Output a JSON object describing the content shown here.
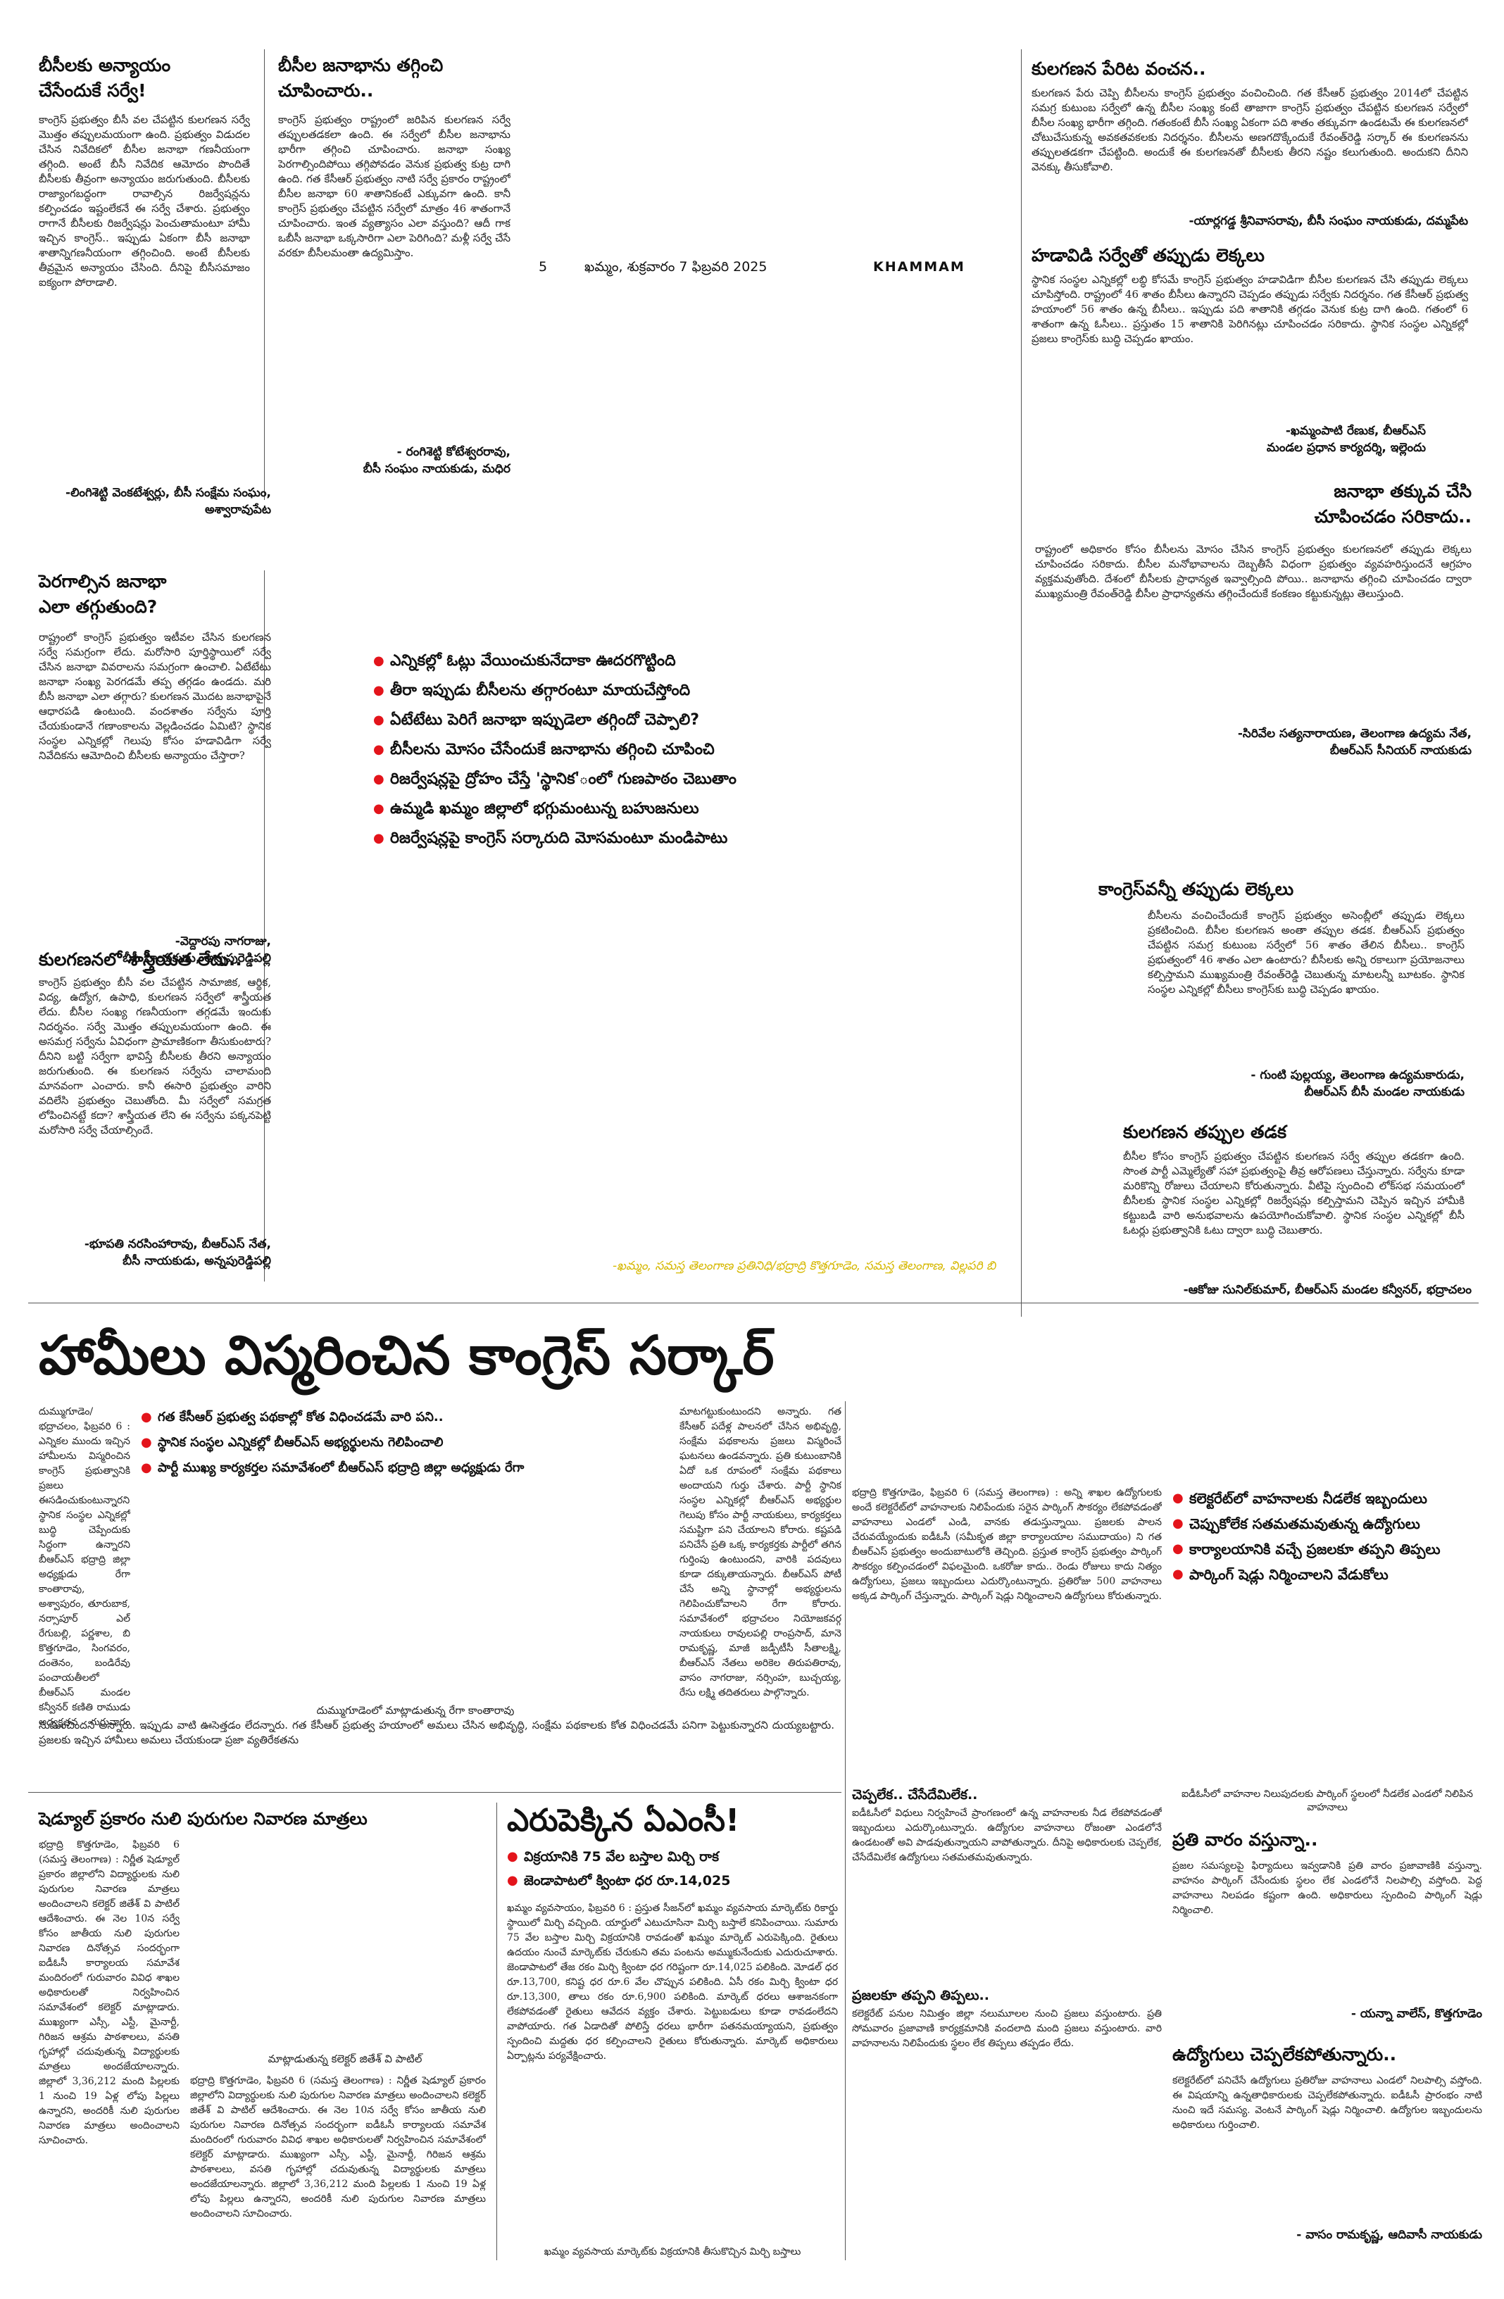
{
  "masthead": {
    "page_number": "5",
    "dateline": "ఖమ్మం, శుక్రవారం 7 ఫిబ్రవరి 2025",
    "edition": "KHAMMAM"
  },
  "headlines": {
    "a1_l1": "బీసీలకు అన్యాయం",
    "a1_l2": "చేసేందుకే సర్వే!",
    "a2_l1": "బీసీల జనాభాను తగ్గించి",
    "a2_l2": "చూపించారు..",
    "a3": "కులగణన పేరిట వంచన..",
    "a4": "హడావిడి సర్వేతో తప్పుడు లెక్కలు",
    "a5_l1": "జనాభా తక్కువ చేసి",
    "a5_l2": "చూపించడం సరికాదు..",
    "a6_l1": "పెరగాల్సిన జనాభా",
    "a6_l2": "ఎలా తగ్గుతుంది?",
    "a7": "కులగణనలో శాస్త్రీయత లేదు..",
    "a8": "కాంగ్రెస్‌వన్నీ తప్పుడు లెక్కలు",
    "a9": "కులగణన తప్పుల తడక",
    "main": "హామీలు విస్మరించిన కాంగ్రెస్‌ సర్కార్‌",
    "sch": "షెడ్యూల్‌ ప్రకారం నులి పురుగుల నివారణ మాత్రలు",
    "amc": "ఎరుపెక్కిన ఏఎంసీ!",
    "park": "ప్రతి వారం వస్తున్నా..",
    "staff": "ఉద్యోగులు చెప్పలేకపోతున్నారు..",
    "sub1": "చెప్పలేక.. చేసేదేమిలేక..",
    "sub2": "ప్రజలకూ తప్పని తిప్పలు.."
  },
  "top_bullets": [
    "ఎన్నికల్లో ఓట్లు వేయించుకునేదాకా ఊదరగొట్టింది",
    "తీరా ఇప్పుడు బీసీలను తగ్గారంటూ మాయచేస్తోంది",
    "ఏటేటేటు పెరిగే జనాభా ఇప్పుడెలా తగ్గిందో చెప్పాలి?",
    "బీసీలను మోసం చేసేందుకే జనాభాను తగ్గించి చూపించి",
    "రిజర్వేషన్లపై ద్రోహం చేస్తే 'స్థానిక'ంలో గుణపాఠం చెబుతాం",
    "ఉమ్మడి ఖమ్మం జిల్లాలో భగ్గుమంటున్న బహుజనులు",
    "రిజర్వేషన్లపై కాంగ్రెస్‌ సర్కారుది మోసమంటూ మండిపాటు"
  ],
  "main_bullets": [
    "గత కేసీఆర్‌ ప్రభుత్వ పథకాల్లో కోత విధించడమే వారి పని..",
    "స్థానిక సంస్థల ఎన్నికల్లో బీఆర్‌ఎస్‌ అభ్యర్థులను గెలిపించాలి",
    "పార్టీ ముఖ్య కార్యకర్తల సమావేశంలో బీఆర్‌ఎస్‌ భద్రాద్రి జిల్లా అధ్యక్షుడు రేగా"
  ],
  "right_bullets": [
    "కలెక్టరేట్‌లో వాహనాలకు నీడలేక ఇబ్బందులు",
    "చెప్పుకోలేక సతమతమవుతున్న ఉద్యోగులు",
    "కార్యాలయానికి వచ్చే ప్రజలకూ తప్పని తిప్పలు",
    "పార్కింగ్‌ షెడ్లు నిర్మించాలని వేడుకోలు"
  ],
  "amc_bullets": [
    "విక్రయానికి 75 వేల బస్తాల మిర్చి రాక",
    "జెండాపాటలో క్వింటా ధర రూ.14,025"
  ],
  "bylines": {
    "top_credit": "-ఖమ్మం, సమస్త తెలంగాణ ప్రతినిధి/భద్రాద్రి కొత్తగూడెం, సమస్త తెలంగాణ, విల్లపరి బి",
    "a1": "-లింగిశెట్టి వెంకటేశ్వర్లు, బీసీ సంక్షేమ సంఘం, అశ్వారావుపేట",
    "a2_1": "- రంగిశెట్టి కోటేశ్వరరావు,",
    "a2_2": "బీసీ సంఘం నాయకుడు, మధిర",
    "a3": "-యార్లగడ్డ శ్రీనివాసరావు, బీసీ సంఘం నాయకుడు, దమ్మపేట",
    "a4_1": "-ఖమ్మంపాటి రేణుక, బీఆర్‌ఎస్‌",
    "a4_2": "మండల ప్రధాన కార్యదర్శి, ఇల్లెందు",
    "a5_1": "-సిరివేల సత్యనారాయణ, తెలంగాణ ఉద్యమ నేత,",
    "a5_2": "బీఆర్‌ఎస్‌ సీనియర్‌ నాయకుడు",
    "a6_1": "-వెద్దారపు నాగరాజు,",
    "a6_2": "బీసీ నాయకుడు, అన్నపురెడ్డిపల్లి",
    "a7_1": "-భూపతి నరసింహారావు, బీఆర్‌ఎస్‌ నేత,",
    "a7_2": "బీసీ నాయకుడు, అన్నపురెడ్డిపల్లి",
    "a8_1": "- గుంటి పుల్లయ్య, తెలంగాణ ఉద్యమకారుడు,",
    "a8_2": "బీఆర్‌ఎస్‌ బీసీ మండల నాయకుడు",
    "a9": "-ఆకోజు సునిల్‌కుమార్‌, బీఆర్‌ఎస్‌ మండల కన్వీనర్‌, భద్రాచలం",
    "park": "- యన్నా వాలేస్‌, కొత్తగూడెం",
    "staff": "- వాసం రామకృష్ణ, ఆదివాసీ నాయకుడు"
  },
  "captions": {
    "rega": "దుమ్ముగూడెంలో మాట్లాడుతున్న రేగా కాంతారావు",
    "collector": "మాట్లాడుతున్న కలెక్టర్‌ జితేశ్‌ వి పాటిల్‌",
    "market": "ఖమ్మం వ్యవసాయ మార్కెట్‌కు విక్రయానికి తీసుకొచ్చిన మిర్చి బస్తాలు",
    "parking": "ఐడీఓసీలో వాహనాల నిలుపుదలకు పార్కింగ్‌ స్థలంలో నీడలేక ఎండలో నిలిపిన వాహనాలు"
  },
  "bodies": {
    "a1": "కాంగ్రెస్‌ ప్రభుత్వం బీసీ వల చేపట్టిన కులగణన సర్వే మొత్తం తప్పులమయంగా ఉంది. ప్రభుత్వం విడుదల చేసిన నివేదికలో బీసీల జనాభా గణనీయంగా తగ్గింది. అంటే బీసీ నివేదిక ఆమోదం పొందితే బీసీలకు తీవ్రంగా అన్యాయం జరుగుతుంది. బీసీలకు రాజ్యాంగబద్ధంగా రావాల్సిన రిజర్వేషన్లను కల్పించడం ఇష్టంలేకనే ఈ సర్వే చేశారు. ప్రభుత్వం రాగానే బీసీలకు రిజర్వేషన్లు పెంచుతామంటూ హామీ ఇచ్చిన కాంగ్రెస్‌.. ఇప్పుడు ఏకంగా బీసీ జనాభా శాతాన్నిగణనీయంగా తగ్గించింది. అంటే బీసీలకు తీవ్రమైన అన్యాయం చేసింది. దీనిపై బీసీసమాజం ఐక్యంగా పోరాడాలి.",
    "a2": "కాంగ్రెస్‌ ప్రభుత్వం రాష్ట్రంలో జరిపిన కులగణన సర్వే తప్పులతడకలా ఉంది. ఈ సర్వేలో బీసీల జనాభాను భారీగా తగ్గించి చూపించారు. జనాభా సంఖ్య పెరగాల్సిందిపోయి తగ్గిపోవడం వెనుక ప్రభుత్వ కుట్ర దాగి ఉంది. గత కేసీఆర్‌ ప్రభుత్వం నాటి సర్వే ప్రకారం రాష్ట్రంలో బీసీల జనాభా 60 శాతానికంటే ఎక్కువగా ఉంది. కానీ కాంగ్రెస్‌ ప్రభుత్వం చేపట్టిన సర్వేలో మాత్రం 46 శాతంగానే చూపించారు. ఇంత వ్యత్యాసం ఎలా వస్తుంది? ఆదీ గాక ఒబీసీ జనాభా ఒక్కసారిగా ఎలా పెరిగింది? మళ్లీ సర్వే చేసే వరకూ బీసీలమంతా ఉద్యమిస్తాం.",
    "a3": "కులగణన పేరు చెప్పి బీసీలను కాంగ్రెస్‌ ప్రభుత్వం వంచించింది. గత కేసీఆర్‌ ప్రభుత్వం 2014లో చేపట్టిన సమగ్ర కుటుంబ సర్వేలో ఉన్న బీసీల సంఖ్య కంటే తాజాగా కాంగ్రెస్‌ ప్రభుత్వం చేపట్టిన కులగణన సర్వేలో బీసీల సంఖ్య భారీగా తగ్గింది. గతంకంటే బీసీ సంఖ్య ఏకంగా పది శాతం తక్కువగా ఉండటమే ఈ కులగణనలో చోటుచేసుకున్న అవకతవకలకు నిదర్శనం. బీసీలను అణగదొక్కేందుకే రేవంత్‌రెడ్డి సర్కార్‌ ఈ కులగణనను తప్పులతడకగా చేపట్టింది. అందుకే ఈ కులగణనతో బీసీలకు తీరని నష్టం కలుగుతుంది. అందుకని దీనిని వెనక్కు తీసుకోవాలి.",
    "a4": "స్థానిక సంస్థల ఎన్నికల్లో లబ్ధి కోసమే కాంగ్రెస్‌ ప్రభుత్వం హడావిడిగా బీసీల కులగణన చేసి తప్పుడు లెక్కలు చూపిస్తోంది. రాష్ట్రంలో 46 శాతం బీసీలు ఉన్నారని చెప్పడం తప్పుడు సర్వేకు నిదర్శనం. గత కేసీఆర్‌ ప్రభుత్వ హయాంలో 56 శాతం ఉన్న బీసీలు.. ఇప్పుడు పది శాతానికి తగ్గడం వెనుక కుట్ర దాగి ఉంది. గతంలో 6 శాతంగా ఉన్న ఓసీలు.. ప్రస్తుతం 15 శాతానికి పెరిగినట్లు చూపించడం సరికాదు. స్థానిక సంస్థల ఎన్నికల్లో ప్రజలు కాంగ్రెస్‌కు బుద్ధి చెప్పడం ఖాయం.",
    "a5": "రాష్ట్రంలో అధికారం కోసం బీసీలను మోసం చేసిన కాంగ్రెస్‌ ప్రభుత్వం కులగణనలో తప్పుడు లెక్కలు చూపించడం సరికాదు. బీసీల మనోభావాలను దెబ్బతీసే విధంగా ప్రభుత్వం వ్యవహరిస్తుందనే ఆగ్రహం వ్యక్తమవుతోంది. దేశంలో బీసీలకు ప్రాధాన్యత ఇవ్వాల్సింది పోయి.. జనాభాను తగ్గించి చూపించడం ద్వారా ముఖ్యమంత్రి రేవంత్‌రెడ్డి బీసీల ప్రాధాన్యతను తగ్గించేందుకే కంకణం కట్టుకున్నట్లు తెలుస్తుంది.",
    "a6": "రాష్ట్రంలో కాంగ్రెస్‌ ప్రభుత్వం ఇటీవల చేసిన కులగణన సర్వే సమగ్రంగా లేదు. మరోసారి పూర్తిస్థాయిలో సర్వే చేసిన జనాభా వివరాలను సమగ్రంగా ఉంచాలి. ఏటేటేటు జనాభా సంఖ్య పెరగడమే తప్ప తగ్గడం ఉండదు. మరి బీసీ జనాభా ఎలా తగ్గారు? కులగణన మొదట జనాభాపైనే ఆధారపడి ఉంటుంది. వందశాతం సర్వేను పూర్తి చేయకుండానే గణాంకాలను వెల్లడించడం ఏమిటి? స్థానిక సంస్థల ఎన్నికల్లో గెలుపు కోసం హడావిడిగా సర్వే నివేదికను ఆమోదించి బీసీలకు అన్యాయం చేస్తారా?",
    "a7": "కాంగ్రెస్‌ ప్రభుత్వం బీసీ వల చేపట్టిన సామాజిక, ఆర్థిక, విద్య, ఉద్యోగ, ఉపాధి, కులగణన సర్వేలో శాస్త్రీయత లేదు. బీసీల సంఖ్య గణనీయంగా తగ్గడమే ఇందుకు నిదర్శనం. సర్వే మొత్తం తప్పులమయంగా ఉంది. ఈ అసమగ్ర సర్వేను ఏవిధంగా ప్రామాణికంగా తీసుకుంటారు? దీనిని బట్టి సర్వేగా భావిస్తే బీసీలకు తీరని అన్యాయం జరుగుతుంది. ఈ కులగణన సర్వేను చాలామంది మానవంగా ఎంచారు. కానీ ఈసారి ప్రభుత్వం వారిని వదిలేసి ప్రభుత్వం చెబుతోంది. మీ సర్వేలో సమగ్రత లోపించినట్టే కదా? శాస్త్రీయత లేని ఈ సర్వేను పక్కనపెట్టి మరోసారి సర్వే చేయాల్సిందే.",
    "a8": "బీసీలను వంచించేందుకే కాంగ్రెస్‌ ప్రభుత్వం అసెంబ్లీలో తప్పుడు లెక్కలు ప్రకటించింది. బీసీల కులగణన అంతా తప్పుల తడక. బీఆర్‌ఎస్‌ ప్రభుత్వం చేపట్టిన సమగ్ర కుటుంబ సర్వేలో 56 శాతం తేలిన బీసీలు.. కాంగ్రెస్‌ ప్రభుత్వంలో 46 శాతం ఎలా ఉంటారు? బీసీలకు అన్ని రకాలుగా ప్రయోజనాలు కల్పిస్తామని ముఖ్యమంత్రి రేవంత్‌రెడ్డి చెబుతున్న మాటలన్నీ బూటకం. స్థానిక సంస్థల ఎన్నికల్లో బీసీలు కాంగ్రెస్‌కు బుద్ధి చెప్పడం ఖాయం.",
    "a9": "బీసీల కోసం కాంగ్రెస్‌ ప్రభుత్వం చేపట్టిన కులగణన సర్వే తప్పుల తడకగా ఉంది. సొంత పార్టీ ఎమ్మెల్యేతో సహా ప్రభుత్వంపై తీవ్ర ఆరోపణలు చేస్తున్నారు. సర్వేను కూడా మరికొన్ని రోజులు చేయాలని కోరుతున్నారు. వీటిపై స్పందించి లోక్‌సభ సమయంలో బీసీలకు స్థానిక సంస్థల ఎన్నికల్లో రిజర్వేషన్లు కల్పిస్తామని చెప్పిన ఇచ్చిన హామీకి కట్టుబడి వారి అనుభవాలను ఉపయోగించుకోవాలి. స్థానిక సంస్థల ఎన్నికల్లో బీసీ ఓటర్లు ప్రభుత్వానికి ఓటు ద్వారా బుద్ధి చెబుతారు.",
    "main_c1": "దుమ్ముగూడెం/భద్రాచలం, ఫిబ్రవరి 6 : ఎన్నికల ముందు ఇచ్చిన హామీలను విస్మరించిన కాంగ్రెస్‌ ప్రభుత్వానికి ప్రజలు ఈసడించుకుంటున్నారని, స్థానిక సంస్థల ఎన్నికల్లో బుద్ధి చెప్పేందుకు సిద్ధంగా ఉన్నారని బీఆర్‌ఎస్‌ భద్రాద్రి జిల్లా అధ్యక్షుడు రేగా కాంతారావు, అశ్వాపురం, తూరుబాక, నర్సాపూర్‌ ఎల్‌ రేగుబల్లి, పర్ణశాల, బి కొత్తగూడెం, సింగవరం, దంతెనం, బండిరేవు పంచాయతీలలో బీఆర్‌ఎస్‌ మండల కన్వీనర్‌ కణితి రాముడు అధ్యక్షతన గురువారం జరిగిన పార్టీ ముఖ్య కార్యకర్తల సమావేశంలో రేగా మాట్లాడారు. అధికారాన్ని చేజిక్కించుకునేందుకు అలవికాని హామీలు",
    "main_c2": "మాటగట్టుకుంటుందని అన్నారు. గత కేసీఆర్‌ పదేళ్ల పాలనలో చేసిన అభివృద్ధి, సంక్షేమ పథకాలను ప్రజలు విస్మరించే ఘటనలు ఉండవన్నారు. ప్రతి కుటుంబానికి ఏదో ఒక రూపంలో సంక్షేమ పథకాలు అందాయని గుర్తు చేశారు. పార్టీ స్థానిక సంస్థల ఎన్నికల్లో బీఆర్‌ఎస్‌ అభ్యర్థుల గెలుపు కోసం పార్టీ నాయకులు, కార్యకర్తలు సమష్టిగా పని చేయాలని కోరారు. కష్టపడి పనిచేసే ప్రతి ఒక్క కార్యకర్తకు పార్టీలో తగిన గుర్తింపు ఉంటుందని, వారికి పదవులు కూడా దక్కుతాయన్నారు. బీఆర్‌ఎస్‌ పోటీ చేసే అన్ని స్థానాల్లో అభ్యర్థులను గెలిపించుకోవాలని రేగా కోరారు. సమావేశంలో భద్రాచలం నియోజకవర్గ నాయకులు రావులపల్లి రాంప్రసాద్‌, మానె రామకృష్ణ, మాజీ జడ్పీటీసీ సీతాలక్ష్మి, బీఆర్‌ఎస్‌ నేతలు అరికెల తిరుపతిరావు, వాసం నాగరాజు, నర్సింహ, బుచ్చయ్య, రేసు లక్ష్మి తదితరులు పాల్గొన్నారు.",
    "main_c3": "సుమించిందని అన్నారు. ఇప్పుడు వాటి ఊసెత్తడం లేదన్నారు. గత కేసీఆర్‌ ప్రభుత్వ హయాంలో అమలు చేసిన అభివృద్ధి, సంక్షేమ పథకాలకు కోత విధించడమే పనిగా పెట్టుకున్నారని దుయ్యబట్టారు. ప్రజలకు ఇచ్చిన హామీలు అమలు చేయకుండా ప్రజా వ్యతిరేకతను",
    "sch": "భద్రాద్రి కొత్తగూడెం, ఫిబ్రవరి 6 (సమస్త తెలంగాణ) : నిర్ణీత షెడ్యూల్‌ ప్రకారం జిల్లాలోని విద్యార్థులకు నులి పురుగుల నివారణ మాత్రలు అందించాలని కలెక్టర్‌ జితేశ్‌ వి పాటిల్‌ ఆదేశించారు. ఈ నెల 10న సర్వే కోసం జాతీయ నులి పురుగుల నివారణ దినోత్సవ సందర్భంగా ఐడీఓసీ కార్యాలయ సమావేశ మందిరంలో గురువారం వివిధ శాఖల అధికారులతో నిర్వహించిన సమావేశంలో కలెక్టర్‌ మాట్లాడారు. ముఖ్యంగా ఎస్సీ, ఎస్టీ, మైనార్టీ, గిరిజన ఆశ్రమ పాఠశాలలు, వసతి గృహాల్లో చదువుతున్న విద్యార్థులకు మాత్రలు అందజేయాలన్నారు. జిల్లాలో 3,36,212 మంది పిల్లలకు 1 నుంచి 19 ఏళ్ల లోపు పిల్లలు ఉన్నారని, అందరికీ నులి పురుగుల నివారణ మాత్రలు అందించాలని సూచించారు.",
    "amc": "ఖమ్మం వ్యవసాయం, ఫిబ్రవరి 6 : ప్రస్తుత సీజన్‌లో ఖమ్మం వ్యవసాయ మార్కెట్‌కు రికార్డు స్థాయిలో మిర్చి వచ్చింది. యార్డులో ఎటుచూసినా మిర్చి బస్తాలే కనిపించాయి. సుమారు 75 వేల బస్తాల మిర్చి విక్రయానికి రావడంతో ఖమ్మం మార్కెట్‌ ఎరుపెక్కింది. రైతులు ఉదయం నుంచే మార్కెట్‌కు చేరుకుని తమ పంటను అమ్ముకునేందుకు ఎదురుచూశారు. జెండాపాటలో తేజ రకం మిర్చి క్వింటా ధర గరిష్టంగా రూ.14,025 పలికింది. మోడల్‌ ధర రూ.13,700, కనిష్ట ధర రూ.6 వేల చొప్పున పలికింది. ఏసీ రకం మిర్చి క్వింటా ధర రూ.13,300, తాలు రకం రూ.6,900 పలికింది. మార్కెట్‌ ధరలు ఆశాజనకంగా లేకపోవడంతో రైతులు ఆవేదన వ్యక్తం చేశారు. పెట్టుబడులు కూడా రావడంలేదని వాపోయారు. గత ఏడాదితో పోలిస్తే ధరలు భారీగా పతనమయ్యాయని, ప్రభుత్వం స్పందించి మద్దతు ధర కల్పించాలని రైతులు కోరుతున్నారు. మార్కెట్‌ అధికారులు ఏర్పాట్లను పర్యవేక్షించారు.",
    "right_main": "భద్రాద్రి కొత్తగూడెం, ఫిబ్రవరి 6 (సమస్త తెలంగాణ) : అన్ని శాఖల ఉద్యోగులకు అందే కలెక్టరేట్‌లో వాహనాలకు నిలిపేందుకు సరైన పార్కింగ్‌ సౌకర్యం లేకపోవడంతో వాహనాలు ఎండలో ఎండి, వానకు తడుస్తున్నాయి. ప్రజలకు పాలన చేరువయ్యేందుకు ఐడీఓసీ (సమీకృత జిల్లా కార్యాలయాల సముదాయం) ని గత బీఆర్‌ఎస్‌ ప్రభుత్వం అందుబాటులోకి తెచ్చింది. ప్రస్తుత కాంగ్రెస్‌ ప్రభుత్వం పార్కింగ్‌ సౌకర్యం కల్పించడంలో విఫలమైంది. ఒకరోజు కాదు.. రెండు రోజులు కాదు నిత్యం ఉద్యోగులు, ప్రజలు ఇబ్బందులు ఎదుర్కొంటున్నారు. ప్రతిరోజు 500 వాహనాలు అక్కడ పార్కింగ్‌ చేస్తున్నారు. పార్కింగ్‌ షెడ్లు నిర్మించాలని ఉద్యోగులు కోరుతున్నారు.",
    "sub1_body": "ఐడీఓసీలో విధులు నిర్వహించే ప్రాంగణంలో ఉన్న వాహనాలకు నీడ లేకపోవడంతో ఇబ్బందులు ఎదుర్కొంటున్నారు. ఉద్యోగుల వాహనాలు రోజంతా ఎండలోనే ఉండటంతో అవి పాడవుతున్నాయని వాపోతున్నారు. దీనిపై అధికారులకు చెప్పలేక, చేసేదేమిలేక ఉద్యోగులు సతమతమవుతున్నారు.",
    "sub2_body": "కలెక్టరేట్‌ పనుల నిమిత్తం జిల్లా నలుమూలల నుంచి ప్రజలు వస్తుంటారు. ప్రతి సోమవారం ప్రజావాణి కార్యక్రమానికి వందలాది మంది ప్రజలు వస్తుంటారు. వారి వాహనాలను నిలిపేందుకు స్థలం లేక తిప్పలు తప్పడం లేదు.",
    "park_body": "ప్రజల సమస్యలపై ఫిర్యాదులు ఇవ్వడానికి ప్రతి వారం ప్రజావాణికి వస్తున్నా. వాహనం పార్కింగ్‌ చేసేందుకు స్థలం లేక ఎండలోనే నిలపాల్సి వస్తోంది. పెద్ద వాహనాలు నిలపడం కష్టంగా ఉంది. అధికారులు స్పందించి పార్కింగ్‌ షెడ్లు నిర్మించాలి.",
    "staff_body": "కలెక్టరేట్‌లో పనిచేసే ఉద్యోగులు ప్రతిరోజు వాహనాలు ఎండలో నిలపాల్సి వస్తోంది. ఈ విషయాన్ని ఉన్నతాధికారులకు చెప్పలేకపోతున్నారు. ఐడీఓసీ ప్రారంభం నాటి నుంచి ఇదే సమస్య. వెంటనే పార్కింగ్‌ షెడ్లు నిర్మించాలి. ఉద్యోగుల ఇబ్బందులను అధికారులు గుర్తించాలి."
  }
}
